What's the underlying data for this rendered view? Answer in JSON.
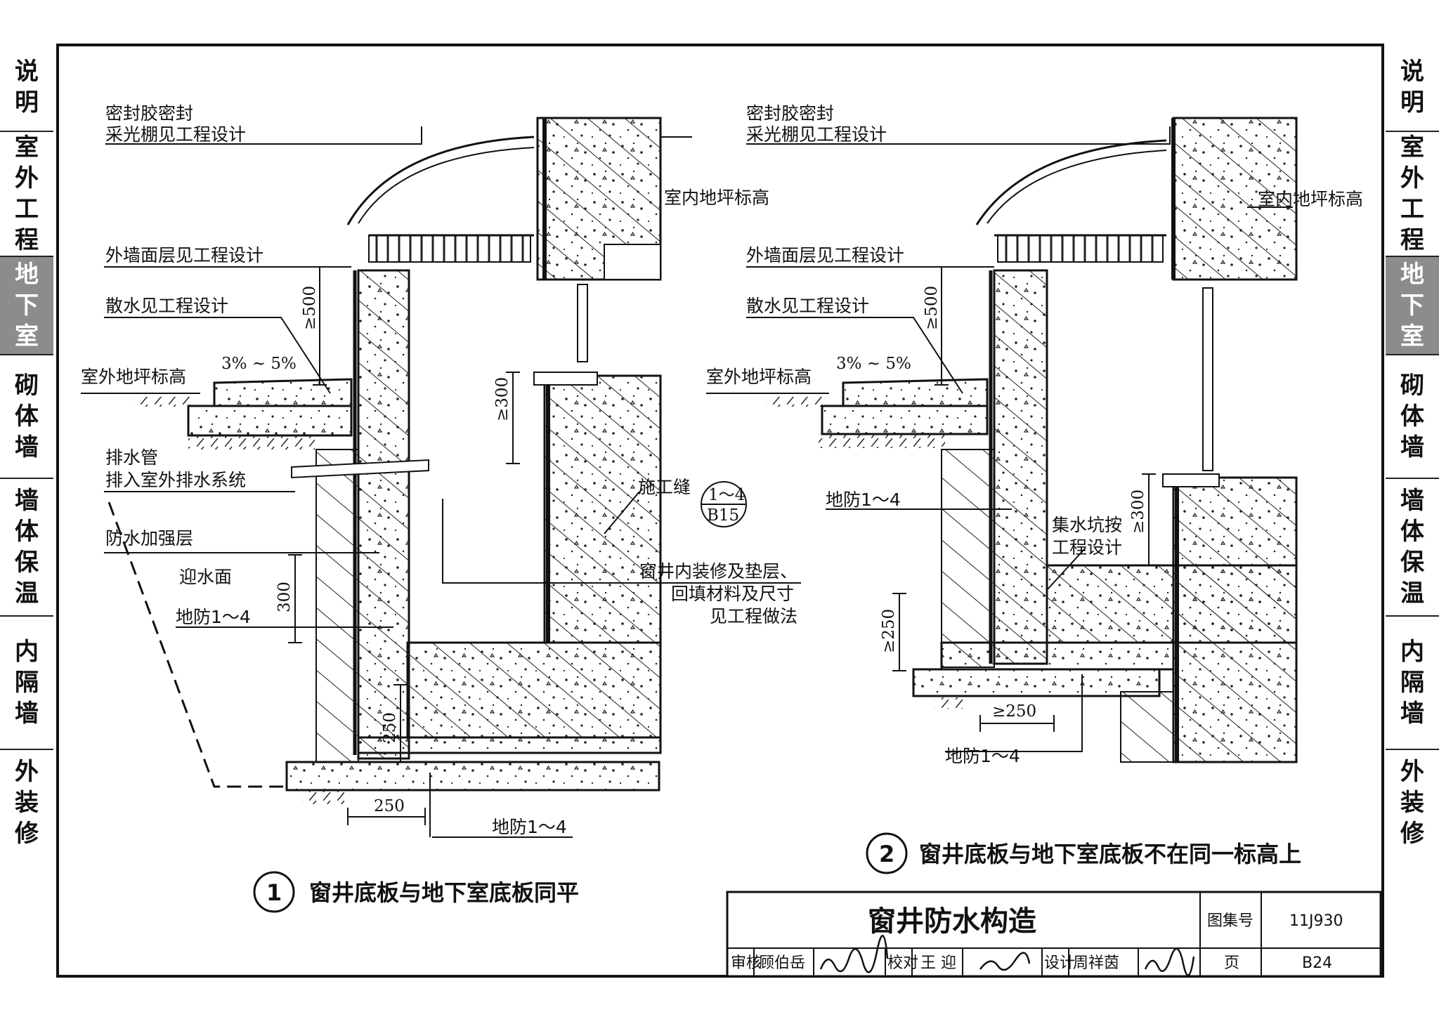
{
  "side_tabs_left": [
    {
      "label": "说明",
      "active": false
    },
    {
      "label": "室外工程",
      "active": false
    },
    {
      "label": "地下室",
      "active": true
    },
    {
      "label": "砌体墙",
      "active": false
    },
    {
      "label": "墙体保温",
      "active": false
    },
    {
      "label": "内隔墙",
      "active": false
    },
    {
      "label": "外装修",
      "active": false
    }
  ],
  "side_tabs_right": [
    {
      "label": "说明",
      "active": false
    },
    {
      "label": "室外工程",
      "active": false
    },
    {
      "label": "地下室",
      "active": true
    },
    {
      "label": "砌体墙",
      "active": false
    },
    {
      "label": "墙体保温",
      "active": false
    },
    {
      "label": "内隔墙",
      "active": false
    },
    {
      "label": "外装修",
      "active": false
    }
  ],
  "detail1": {
    "labels": {
      "sealant": "密封胶密封",
      "skylight": "采光棚见工程设计",
      "indoor_floor": "室内地坪标高",
      "wall_finish": "外墙面层见工程设计",
      "apron": "散水见工程设计",
      "slope": "3% ~ 5%",
      "outdoor_ground": "室外地坪标高",
      "drain_pipe": "排水管",
      "drain_to": "排入室外排水系统",
      "construction_joint": "施工缝",
      "reinforce": "防水加强层",
      "water_face": "迎水面",
      "waterproof_a": "地防1～4",
      "well_finish_1": "窗井内装修及垫层、",
      "well_finish_2": "回填材料及尺寸",
      "well_finish_3": "见工程做法",
      "waterproof_b": "地防1～4",
      "ref_top": "1～4",
      "ref_bottom": "B15"
    },
    "dims": {
      "d500": "≥500",
      "d300a": "≥300",
      "d300b": "300",
      "d250v": "250",
      "d250h": "250"
    },
    "caption_no": "1",
    "caption": "窗井底板与地下室底板同平"
  },
  "detail2": {
    "labels": {
      "sealant": "密封胶密封",
      "skylight": "采光棚见工程设计",
      "indoor_floor": "室内地坪标高",
      "wall_finish": "外墙面层见工程设计",
      "apron": "散水见工程设计",
      "slope": "3% ~ 5%",
      "outdoor_ground": "室外地坪标高",
      "waterproof_a": "地防1～4",
      "sump_1": "集水坑按",
      "sump_2": "工程设计",
      "waterproof_b": "地防1～4"
    },
    "dims": {
      "d500": "≥500",
      "d300": "≥300",
      "d250v": "≥250",
      "d250h": "≥250"
    },
    "caption_no": "2",
    "caption": "窗井底板与地下室底板不在同一标高上"
  },
  "title_block": {
    "title": "窗井防水构造",
    "atlas_label": "图集号",
    "atlas_no": "11J930",
    "review_label": "审核",
    "reviewer": "顾伯岳",
    "check_label": "校对",
    "checker": "王 迎",
    "design_label": "设计",
    "designer": "周祥茵",
    "page_label": "页",
    "page_no": "B24"
  }
}
